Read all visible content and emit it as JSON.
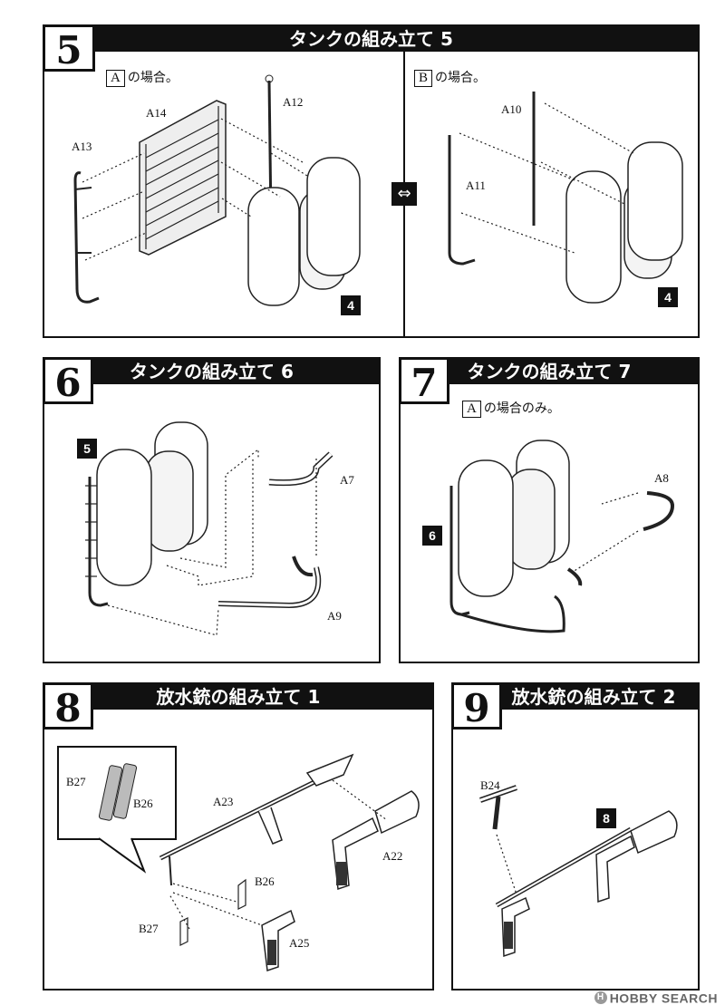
{
  "steps": [
    {
      "number": "5",
      "title": "タンクの組み立て 5",
      "variant_a": {
        "box": "A",
        "text": "の場合。"
      },
      "variant_b": {
        "box": "B",
        "text": "の場合。"
      },
      "labels": {
        "a13": "A13",
        "a14": "A14",
        "a12": "A12",
        "a10": "A10",
        "a11": "A11"
      },
      "refs": {
        "left": "4",
        "right": "4"
      }
    },
    {
      "number": "6",
      "title": "タンクの組み立て 6",
      "labels": {
        "a7": "A7",
        "a9": "A9"
      },
      "refs": {
        "prev": "5"
      }
    },
    {
      "number": "7",
      "title": "タンクの組み立て 7",
      "variant": {
        "box": "A",
        "text": "の場合のみ。"
      },
      "labels": {
        "a8": "A8"
      },
      "refs": {
        "prev": "6"
      }
    },
    {
      "number": "8",
      "title": "放水銃の組み立て 1",
      "labels": {
        "b27_inset": "B27",
        "b26_inset": "B26",
        "a23": "A23",
        "a22": "A22",
        "b26": "B26",
        "b27": "B27",
        "a25": "A25"
      }
    },
    {
      "number": "9",
      "title": "放水銃の組み立て 2",
      "labels": {
        "b24": "B24"
      },
      "refs": {
        "prev": "8"
      }
    }
  ],
  "watermark": "HOBBY SEARCH"
}
